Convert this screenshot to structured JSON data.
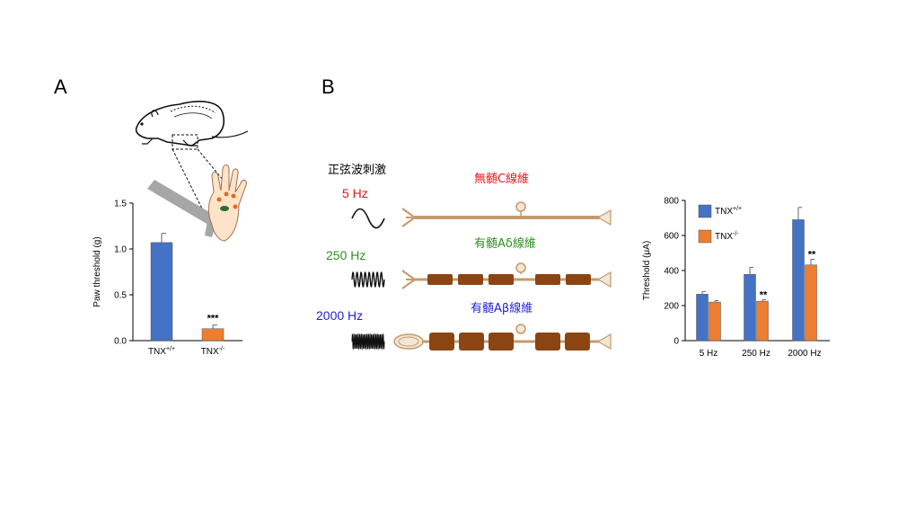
{
  "panels": {
    "a": {
      "label": "A"
    },
    "b": {
      "label": "B"
    }
  },
  "stimulus": {
    "title": "正弦波刺激",
    "rows": [
      {
        "freq": "5 Hz",
        "fiber": "無髄C線維",
        "freq_color": "#e8161b",
        "fiber_color": "#e8161b"
      },
      {
        "freq": "250 Hz",
        "fiber": "有髄Aδ線維",
        "freq_color": "#2f8f1f",
        "fiber_color": "#2f8f1f"
      },
      {
        "freq": "2000 Hz",
        "fiber": "有髄Aβ線維",
        "freq_color": "#1f1fe0",
        "fiber_color": "#1f1fe0"
      }
    ]
  },
  "colors": {
    "tnx_wt": "#4472c4",
    "tnx_ko": "#ed7d31",
    "axon": "#c49a6c",
    "myelin": "#8b4513"
  },
  "chart_data": [
    {
      "type": "bar",
      "title": "",
      "xlabel": "",
      "ylabel": "Paw threshold (g)",
      "ylim": [
        0,
        1.5
      ],
      "yticks": [
        "0.0",
        "0.5",
        "1.0",
        "1.5"
      ],
      "yticks_values": [
        0,
        0.5,
        1.0,
        1.5
      ],
      "categories": [
        {
          "base": "TNX",
          "sup": "+/+"
        },
        {
          "base": "TNX",
          "sup": "-/-"
        }
      ],
      "values": [
        1.07,
        0.13
      ],
      "errors": [
        0.1,
        0.04
      ],
      "significance": [
        "",
        "***"
      ],
      "grid": false
    },
    {
      "type": "bar",
      "title": "",
      "xlabel": "",
      "ylabel": "Threshold (μA)",
      "ylim": [
        0,
        800
      ],
      "yticks": [
        "0",
        "200",
        "400",
        "600",
        "800"
      ],
      "yticks_values": [
        0,
        200,
        400,
        600,
        800
      ],
      "categories": [
        "5 Hz",
        "250 Hz",
        "2000 Hz"
      ],
      "series": [
        {
          "name": "TNX",
          "sup": "+/+",
          "values": [
            265,
            378,
            690
          ],
          "errors": [
            15,
            40,
            70
          ],
          "significance": [
            "",
            "",
            ""
          ]
        },
        {
          "name": "TNX",
          "sup": "-/-",
          "values": [
            220,
            225,
            432
          ],
          "errors": [
            8,
            8,
            32
          ],
          "significance": [
            "",
            "**",
            "**"
          ]
        }
      ],
      "legend": "top-left",
      "grid": false
    }
  ]
}
